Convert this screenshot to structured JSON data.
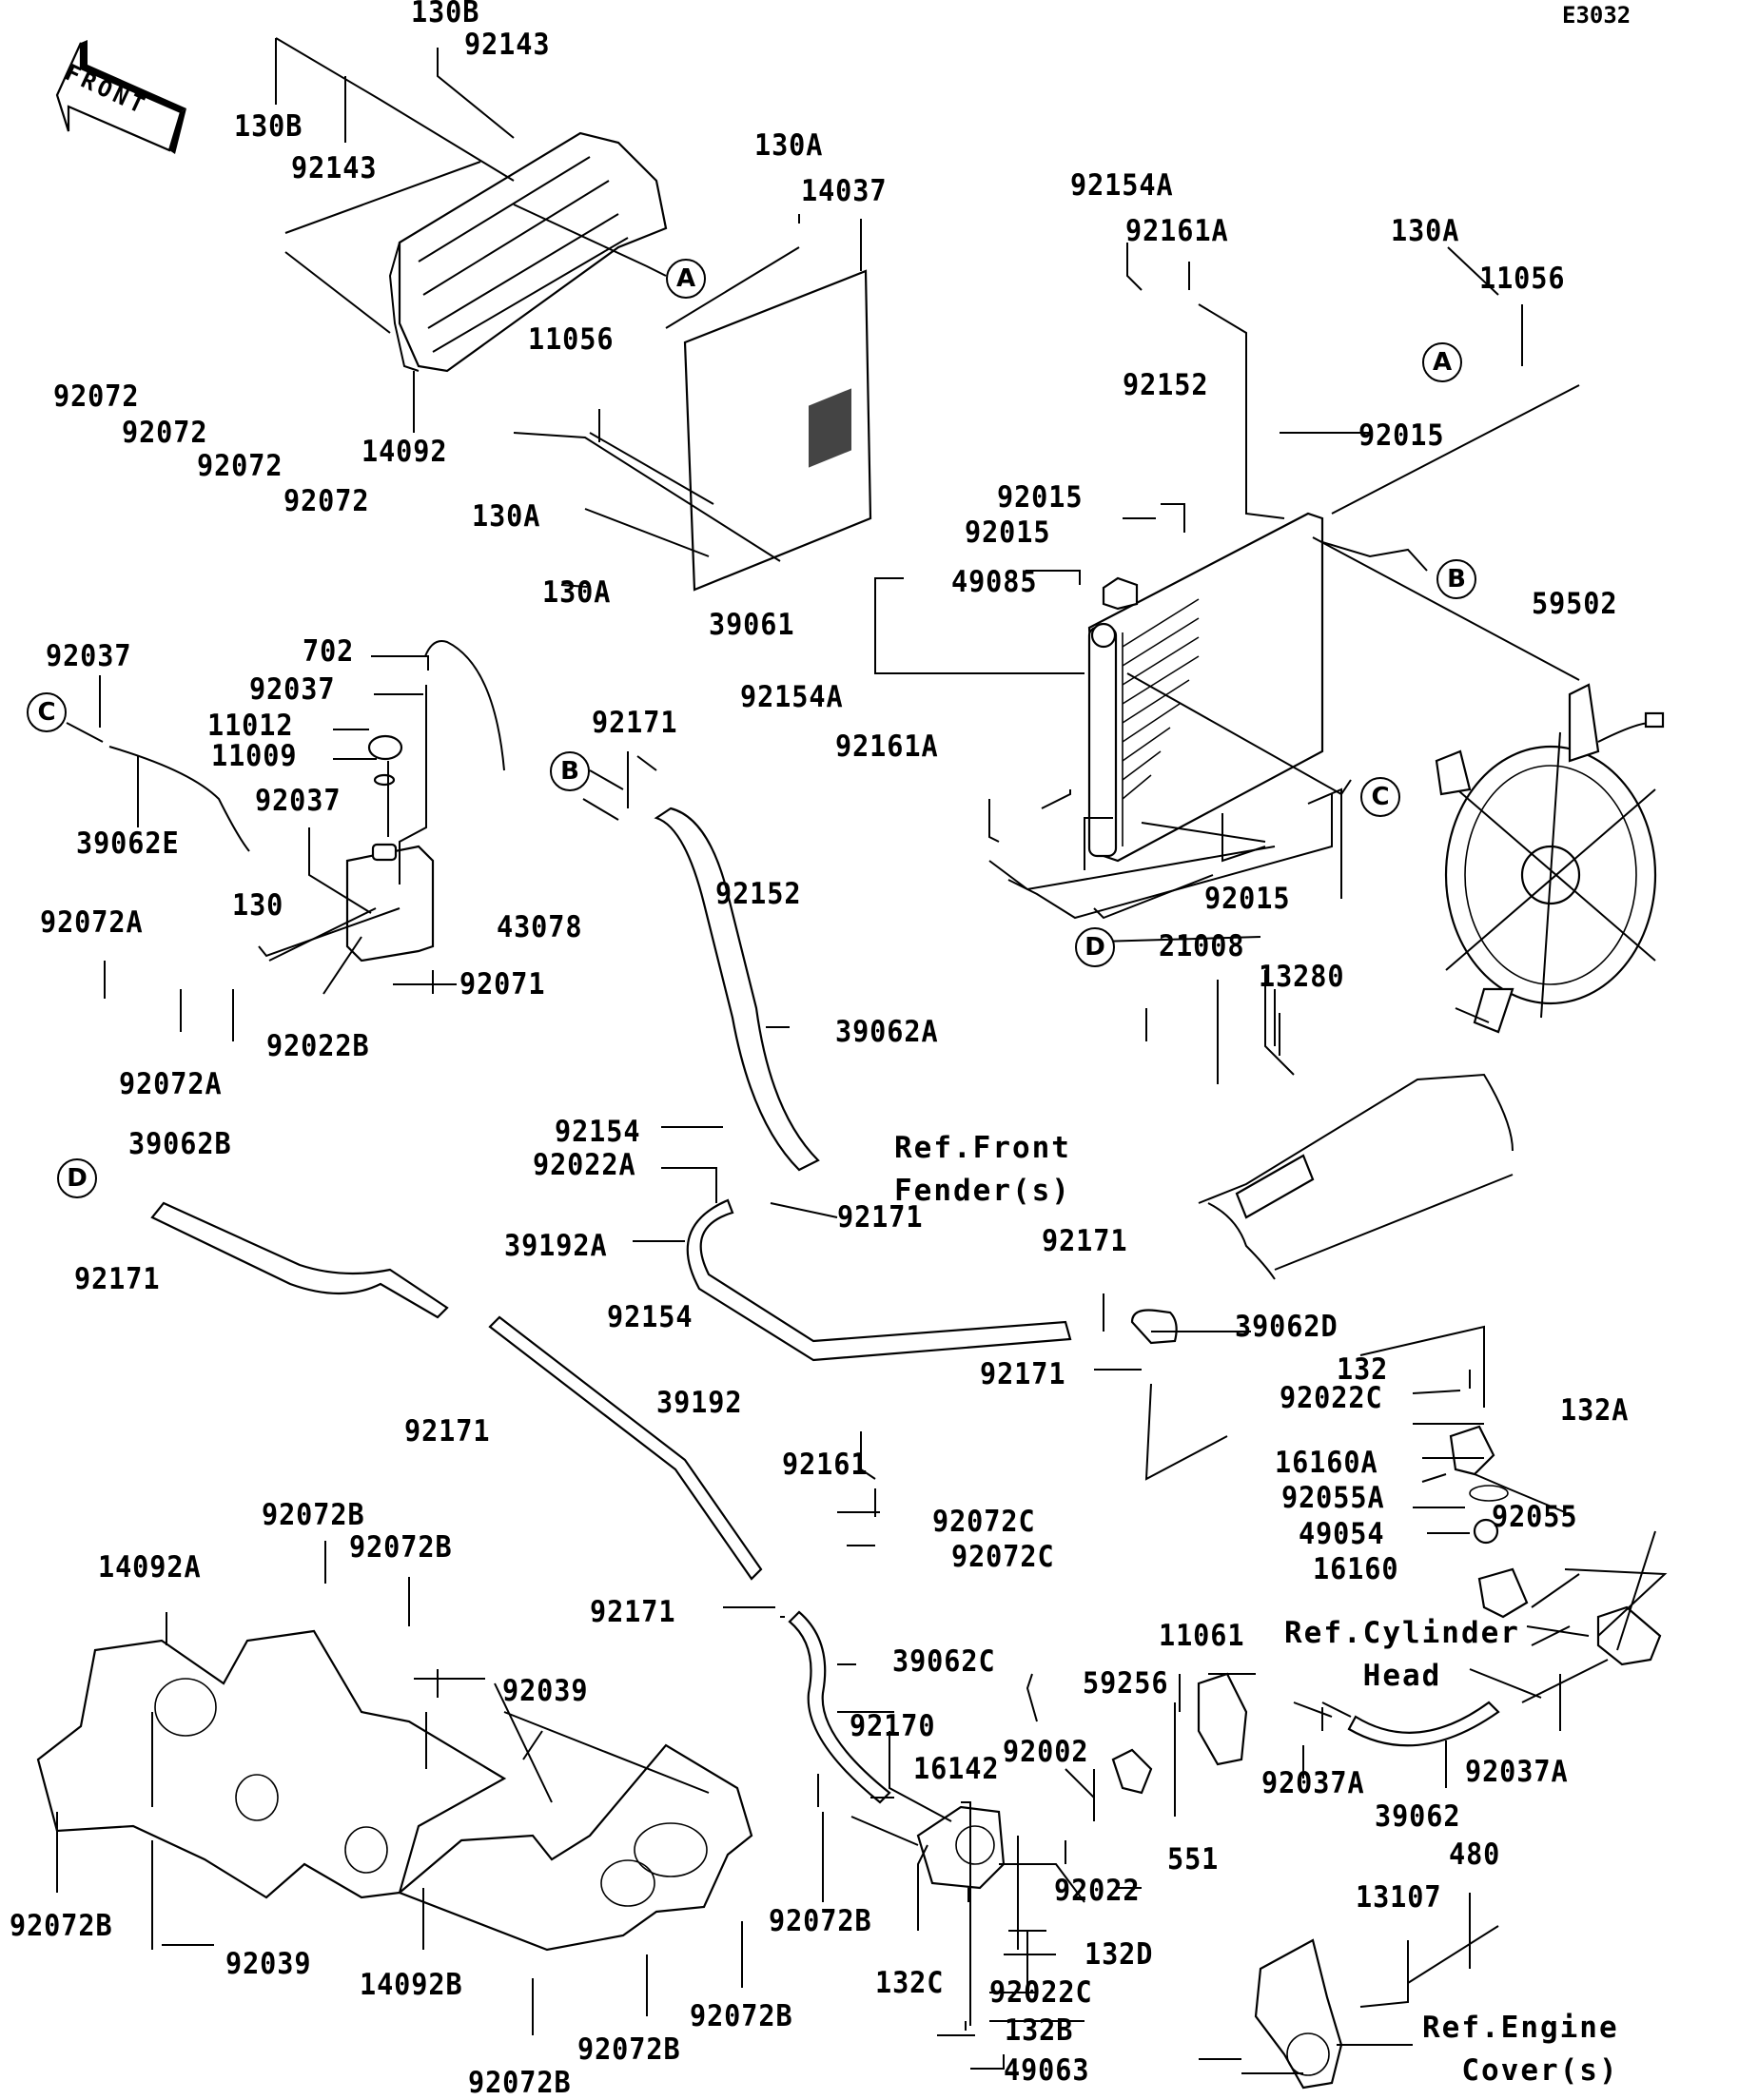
{
  "diagram": {
    "code": "E3032",
    "front_arrow_text": "FRONT",
    "reference_circles": [
      "A",
      "A",
      "B",
      "B",
      "C",
      "C",
      "D",
      "D"
    ],
    "references": {
      "front_fender": "Ref.Front\nFender(s)",
      "cylinder_head": "Ref.Cylinder\nHead",
      "engine_cover": "Ref.Engine\nCover(s)"
    },
    "parts": [
      {
        "id": "p130b_top",
        "label": "130B"
      },
      {
        "id": "p92143_top",
        "label": "92143"
      },
      {
        "id": "p130b_left",
        "label": "130B"
      },
      {
        "id": "p92143_left",
        "label": "92143"
      },
      {
        "id": "p14092",
        "label": "14092"
      },
      {
        "id": "p92072_1",
        "label": "92072"
      },
      {
        "id": "p92072_2",
        "label": "92072"
      },
      {
        "id": "p92072_3",
        "label": "92072"
      },
      {
        "id": "p92072_4",
        "label": "92072"
      },
      {
        "id": "p130a_screen",
        "label": "130A"
      },
      {
        "id": "p14037",
        "label": "14037"
      },
      {
        "id": "p11056_left",
        "label": "11056"
      },
      {
        "id": "p130a_l1",
        "label": "130A"
      },
      {
        "id": "p130a_l2",
        "label": "130A"
      },
      {
        "id": "p92154a_top",
        "label": "92154A"
      },
      {
        "id": "p92161a_top",
        "label": "92161A"
      },
      {
        "id": "p92152_top",
        "label": "92152"
      },
      {
        "id": "p130a_right",
        "label": "130A"
      },
      {
        "id": "p11056_right",
        "label": "11056"
      },
      {
        "id": "p92015_a",
        "label": "92015"
      },
      {
        "id": "p92015_b",
        "label": "92015"
      },
      {
        "id": "p92015_c",
        "label": "92015"
      },
      {
        "id": "p49085",
        "label": "49085"
      },
      {
        "id": "p39061",
        "label": "39061"
      },
      {
        "id": "p59502",
        "label": "59502"
      },
      {
        "id": "p92037_a",
        "label": "92037"
      },
      {
        "id": "p702",
        "label": "702"
      },
      {
        "id": "p92037_b",
        "label": "92037"
      },
      {
        "id": "p11012",
        "label": "11012"
      },
      {
        "id": "p11009",
        "label": "11009"
      },
      {
        "id": "p39062e",
        "label": "39062E"
      },
      {
        "id": "p92037_c",
        "label": "92037"
      },
      {
        "id": "p92171_b",
        "label": "92171"
      },
      {
        "id": "p92154a_mid",
        "label": "92154A"
      },
      {
        "id": "p92161a_mid",
        "label": "92161A"
      },
      {
        "id": "p92152_mid",
        "label": "92152"
      },
      {
        "id": "p92015_d",
        "label": "92015"
      },
      {
        "id": "p92072a_1",
        "label": "92072A"
      },
      {
        "id": "p130",
        "label": "130"
      },
      {
        "id": "p43078",
        "label": "43078"
      },
      {
        "id": "p92071",
        "label": "92071"
      },
      {
        "id": "p92022b",
        "label": "92022B"
      },
      {
        "id": "p92072a_2",
        "label": "92072A"
      },
      {
        "id": "p21008",
        "label": "21008"
      },
      {
        "id": "p13280",
        "label": "13280"
      },
      {
        "id": "p39062a",
        "label": "39062A"
      },
      {
        "id": "p92154_top",
        "label": "92154"
      },
      {
        "id": "p92022a",
        "label": "92022A"
      },
      {
        "id": "p39062b",
        "label": "39062B"
      },
      {
        "id": "p92171_d",
        "label": "92171"
      },
      {
        "id": "p92171_mid",
        "label": "92171"
      },
      {
        "id": "p39192a",
        "label": "39192A"
      },
      {
        "id": "p92171_r1",
        "label": "92171"
      },
      {
        "id": "p92154_mid",
        "label": "92154"
      },
      {
        "id": "p39062d",
        "label": "39062D"
      },
      {
        "id": "p92171_r2",
        "label": "92171"
      },
      {
        "id": "p92171_low",
        "label": "92171"
      },
      {
        "id": "p39192",
        "label": "39192"
      },
      {
        "id": "p132",
        "label": "132"
      },
      {
        "id": "p92022c_top",
        "label": "92022C"
      },
      {
        "id": "p132a",
        "label": "132A"
      },
      {
        "id": "p16160a",
        "label": "16160A"
      },
      {
        "id": "p92161",
        "label": "92161"
      },
      {
        "id": "p92055a",
        "label": "92055A"
      },
      {
        "id": "p92072c_1",
        "label": "92072C"
      },
      {
        "id": "p92072c_2",
        "label": "92072C"
      },
      {
        "id": "p49054",
        "label": "49054"
      },
      {
        "id": "p92055",
        "label": "92055"
      },
      {
        "id": "p16160",
        "label": "16160"
      },
      {
        "id": "p92072b_1",
        "label": "92072B"
      },
      {
        "id": "p92072b_2",
        "label": "92072B"
      },
      {
        "id": "p14092a",
        "label": "14092A"
      },
      {
        "id": "p92171_c",
        "label": "92171"
      },
      {
        "id": "p11061",
        "label": "11061"
      },
      {
        "id": "p39062c",
        "label": "39062C"
      },
      {
        "id": "p92039_top",
        "label": "92039"
      },
      {
        "id": "p59256",
        "label": "59256"
      },
      {
        "id": "p92170",
        "label": "92170"
      },
      {
        "id": "p92002",
        "label": "92002"
      },
      {
        "id": "p16142",
        "label": "16142"
      },
      {
        "id": "p92037a_l",
        "label": "92037A"
      },
      {
        "id": "p92037a_r",
        "label": "92037A"
      },
      {
        "id": "p39062",
        "label": "39062"
      },
      {
        "id": "p551",
        "label": "551"
      },
      {
        "id": "p480",
        "label": "480"
      },
      {
        "id": "p92022",
        "label": "92022"
      },
      {
        "id": "p13107",
        "label": "13107"
      },
      {
        "id": "p92072b_3",
        "label": "92072B"
      },
      {
        "id": "p92072b_4",
        "label": "92072B"
      },
      {
        "id": "p132d",
        "label": "132D"
      },
      {
        "id": "p92039_bot",
        "label": "92039"
      },
      {
        "id": "p14092b",
        "label": "14092B"
      },
      {
        "id": "p132c",
        "label": "132C"
      },
      {
        "id": "p92022c_bot",
        "label": "92022C"
      },
      {
        "id": "p92072b_5",
        "label": "92072B"
      },
      {
        "id": "p92072b_6",
        "label": "92072B"
      },
      {
        "id": "p132b",
        "label": "132B"
      },
      {
        "id": "p49063",
        "label": "49063"
      },
      {
        "id": "p92072b_7",
        "label": "92072B"
      }
    ]
  }
}
